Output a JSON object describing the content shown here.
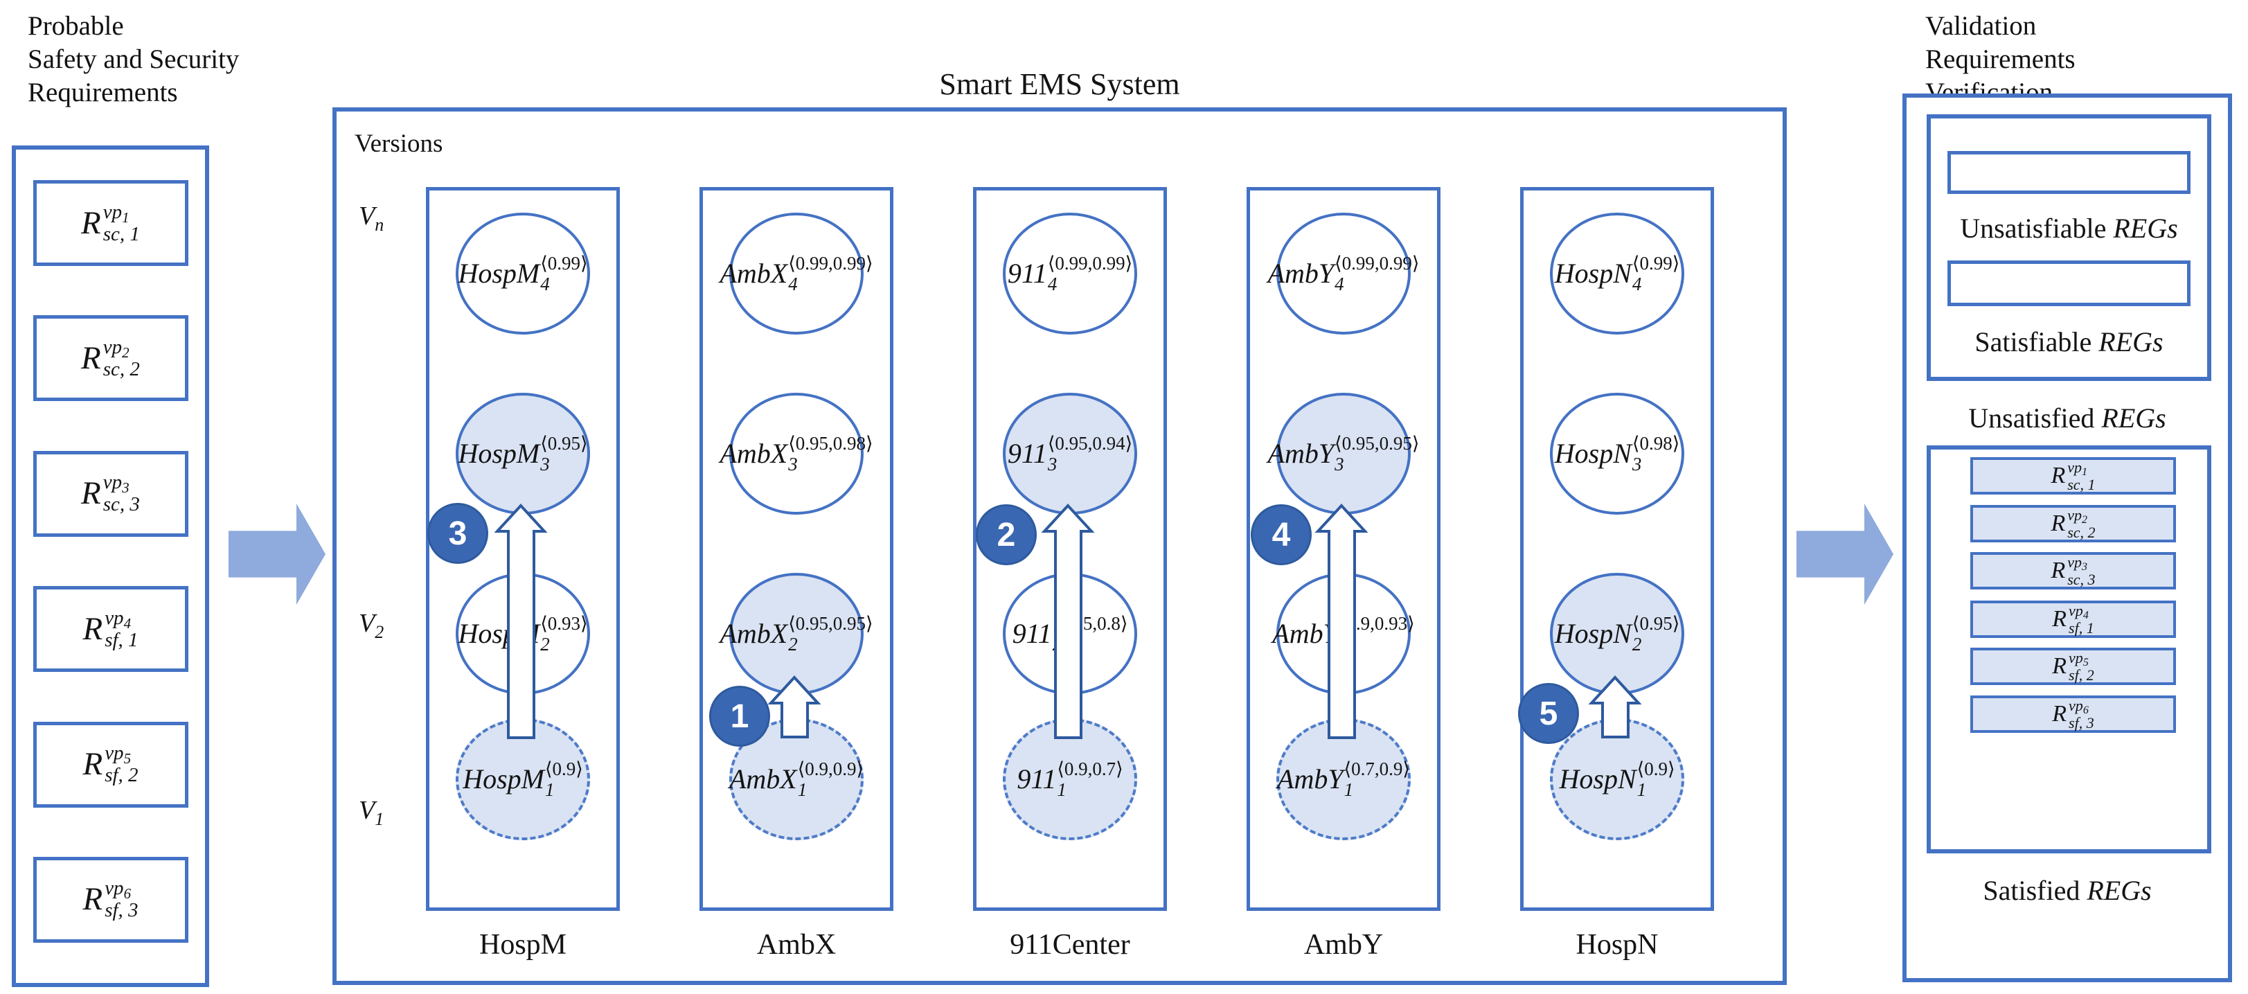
{
  "left_panel": {
    "title_lines": [
      "Probable",
      "Safety and Security",
      "Requirements"
    ],
    "requirements": [
      {
        "base": "R",
        "sup_main": "vp",
        "sup_idx": "1",
        "sub": "sc, 1"
      },
      {
        "base": "R",
        "sup_main": "vp",
        "sup_idx": "2",
        "sub": "sc, 2"
      },
      {
        "base": "R",
        "sup_main": "vp",
        "sup_idx": "3",
        "sub": "sc, 3"
      },
      {
        "base": "R",
        "sup_main": "vp",
        "sup_idx": "4",
        "sub": "sf, 1"
      },
      {
        "base": "R",
        "sup_main": "vp",
        "sup_idx": "5",
        "sub": "sf, 2"
      },
      {
        "base": "R",
        "sup_main": "vp",
        "sup_idx": "6",
        "sub": "sf, 3"
      }
    ]
  },
  "system": {
    "title": "Smart EMS System",
    "versions_label": "Versions",
    "version_rows": [
      {
        "base": "V",
        "sub": "n"
      },
      {
        "base": "V",
        "sub": "2"
      },
      {
        "base": "V",
        "sub": "1"
      }
    ],
    "columns": [
      {
        "label": "HospM",
        "badge": "3",
        "circles": [
          {
            "name": "HospM",
            "sub": "4",
            "sup": "⟨0.99⟩"
          },
          {
            "name": "HospM",
            "sub": "3",
            "sup": "⟨0.95⟩"
          },
          {
            "name": "HospM",
            "sub": "2",
            "sup": "⟨0.93⟩"
          },
          {
            "name": "HospM",
            "sub": "1",
            "sup": "⟨0.9⟩"
          }
        ]
      },
      {
        "label": "AmbX",
        "badge": "1",
        "circles": [
          {
            "name": "AmbX",
            "sub": "4",
            "sup": "⟨0.99,0.99⟩"
          },
          {
            "name": "AmbX",
            "sub": "3",
            "sup": "⟨0.95,0.98⟩"
          },
          {
            "name": "AmbX",
            "sub": "2",
            "sup": "⟨0.95,0.95⟩"
          },
          {
            "name": "AmbX",
            "sub": "1",
            "sup": "⟨0.9,0.9⟩"
          }
        ]
      },
      {
        "label": "911Center",
        "badge": "2",
        "circles": [
          {
            "name": "911",
            "sub": "4",
            "sup": "⟨0.99,0.99⟩"
          },
          {
            "name": "911",
            "sub": "3",
            "sup": "⟨0.95,0.94⟩"
          },
          {
            "name": "911",
            "sub": "2",
            "sup": "⟨0.85,0.8⟩"
          },
          {
            "name": "911",
            "sub": "1",
            "sup": "⟨0.9,0.7⟩"
          }
        ]
      },
      {
        "label": "AmbY",
        "badge": "4",
        "circles": [
          {
            "name": "AmbY",
            "sub": "4",
            "sup": "⟨0.99,0.99⟩"
          },
          {
            "name": "AmbY",
            "sub": "3",
            "sup": "⟨0.95,0.95⟩"
          },
          {
            "name": "AmbY",
            "sub": "2",
            "sup": "⟨0.9,0.93⟩"
          },
          {
            "name": "AmbY",
            "sub": "1",
            "sup": "⟨0.7,0.9⟩"
          }
        ]
      },
      {
        "label": "HospN",
        "badge": "5",
        "circles": [
          {
            "name": "HospN",
            "sub": "4",
            "sup": "⟨0.99⟩"
          },
          {
            "name": "HospN",
            "sub": "3",
            "sup": "⟨0.98⟩"
          },
          {
            "name": "HospN",
            "sub": "2",
            "sup": "⟨0.95⟩"
          },
          {
            "name": "HospN",
            "sub": "1",
            "sup": "⟨0.9⟩"
          }
        ]
      }
    ]
  },
  "right_panel": {
    "title_lines": [
      "Validation",
      "Requirements",
      "Verification"
    ],
    "unsatisfiable_label": {
      "text": "Unsatisfiable ",
      "italic": "REGs"
    },
    "satisfiable_label": {
      "text": "Satisfiable ",
      "italic": "REGs"
    },
    "unsatisfied_label": {
      "text": "Unsatisfied ",
      "italic": "REGs"
    },
    "satisfied_label": {
      "text": "Satisfied ",
      "italic": "REGs"
    },
    "satisfied_requirements": [
      {
        "base": "R",
        "sup_main": "vp",
        "sup_idx": "1",
        "sub": "sc, 1"
      },
      {
        "base": "R",
        "sup_main": "vp",
        "sup_idx": "2",
        "sub": "sc, 2"
      },
      {
        "base": "R",
        "sup_main": "vp",
        "sup_idx": "3",
        "sub": "sc, 3"
      },
      {
        "base": "R",
        "sup_main": "vp",
        "sup_idx": "4",
        "sub": "sf, 1"
      },
      {
        "base": "R",
        "sup_main": "vp",
        "sup_idx": "5",
        "sub": "sf, 2"
      },
      {
        "base": "R",
        "sup_main": "vp",
        "sup_idx": "6",
        "sub": "sf, 3"
      }
    ]
  },
  "colors": {
    "border_blue": "#4472C4",
    "light_fill": "#DAE3F3",
    "badge_blue": "#3A67B2",
    "arrow_fill": "#8FAADC",
    "arrow_outline": "#2E5A9E"
  }
}
